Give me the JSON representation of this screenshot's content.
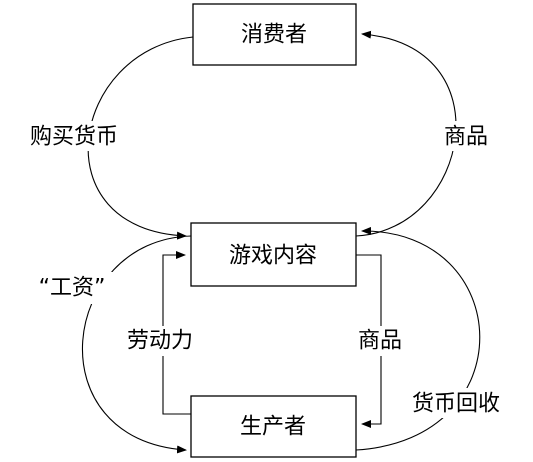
{
  "diagram": {
    "nodes": {
      "consumer": "消费者",
      "game_content": "游戏内容",
      "producer": "生产者"
    },
    "edges": {
      "buy_currency": "购买货币",
      "goods_top": "商品",
      "wages": "“工资”",
      "labor": "劳动力",
      "goods_bottom": "商品",
      "currency_recycle": "货币回收"
    }
  }
}
